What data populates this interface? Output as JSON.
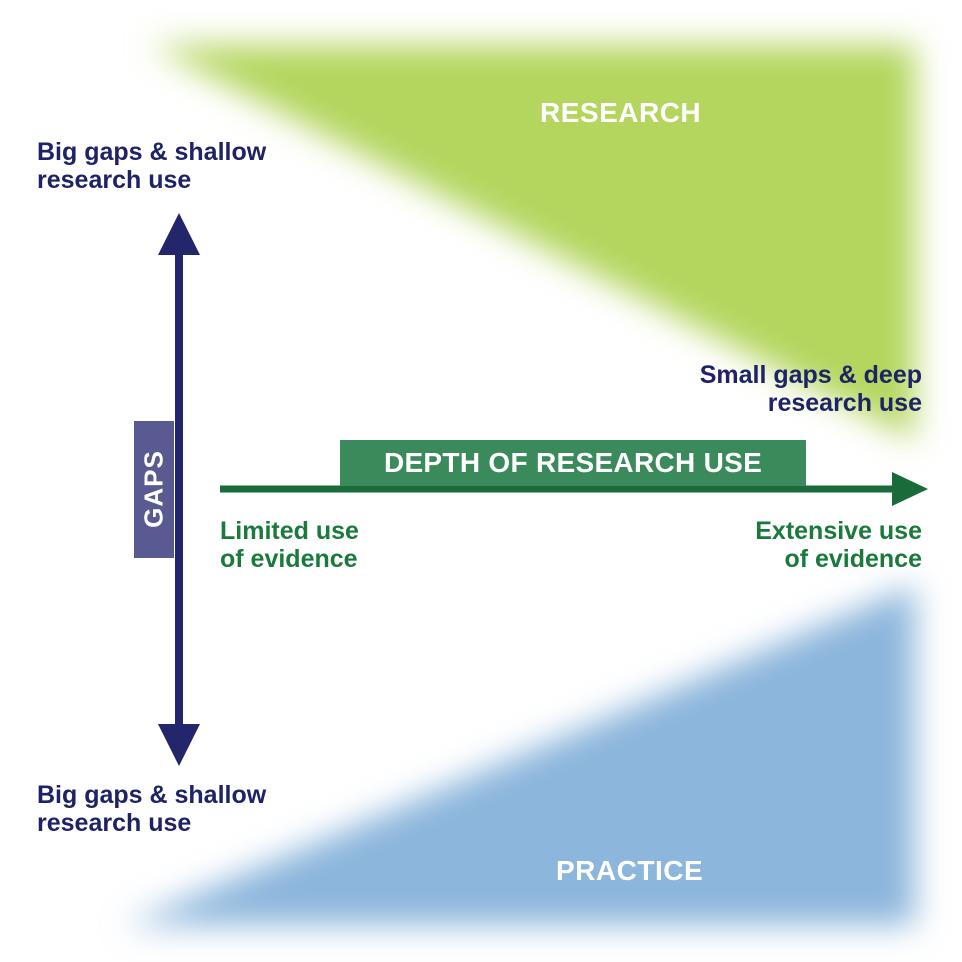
{
  "regions": {
    "research": "RESEARCH",
    "practice": "PRACTICE"
  },
  "vertical_axis": {
    "label": "GAPS",
    "top_note": [
      "Big gaps & shallow",
      "research use"
    ],
    "bottom_note": [
      "Big gaps & shallow",
      "research use"
    ]
  },
  "horizontal_axis": {
    "label": "DEPTH OF RESEARCH USE",
    "left_note": [
      "Limited use",
      "of evidence"
    ],
    "right_note": [
      "Extensive use",
      "of evidence"
    ]
  },
  "convergence_note": [
    "Small gaps & deep",
    "research use"
  ],
  "colors": {
    "research_region": "#b4d65e",
    "practice_region": "#8cb6dc",
    "vertical_arrow": "#23266b",
    "horizontal_arrow": "#1a6b3a",
    "axis_banner": "#3b8a5c",
    "gaps_box": "#5a5a92",
    "navy_text": "#1e2365",
    "green_text": "#1a7a3c"
  }
}
